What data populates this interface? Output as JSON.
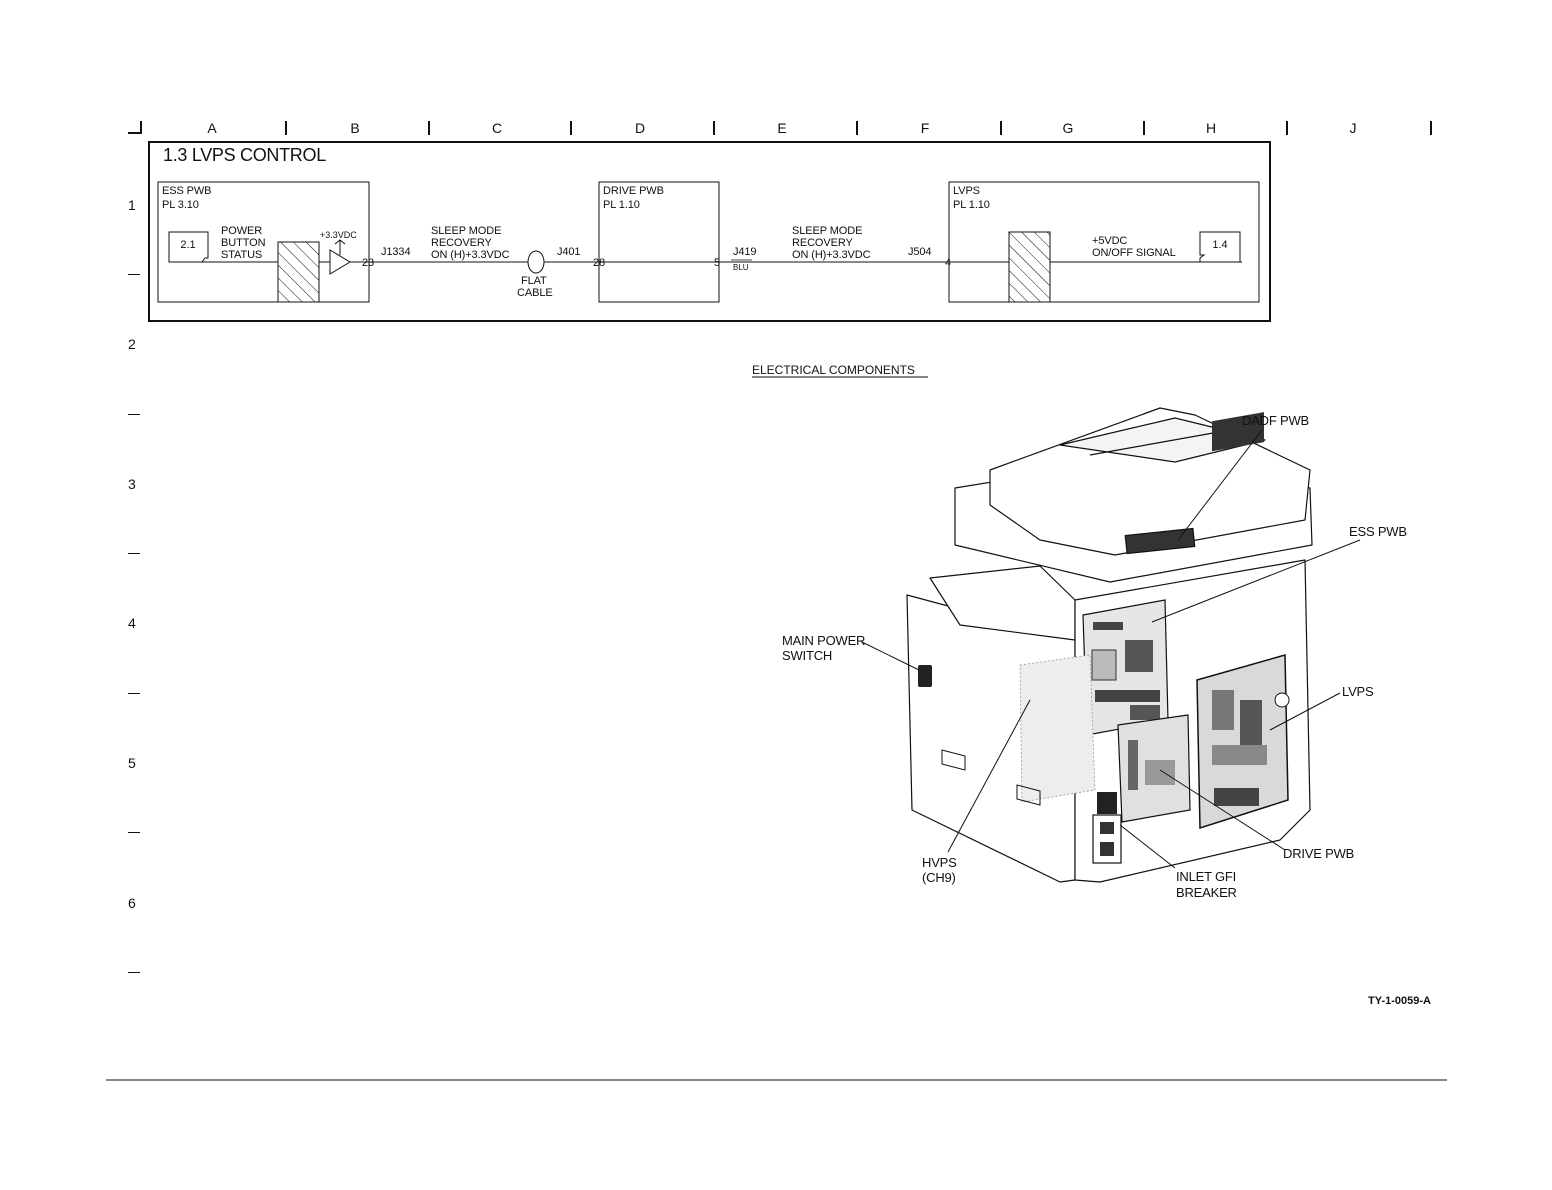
{
  "grid": {
    "columns": [
      "A",
      "B",
      "C",
      "D",
      "E",
      "F",
      "G",
      "H",
      "J"
    ],
    "rows": [
      "1",
      "2",
      "3",
      "4",
      "5",
      "6"
    ]
  },
  "schematic": {
    "title": "1.3 LVPS CONTROL",
    "ess_pwb": {
      "name": "ESS PWB",
      "pl": "PL 3.10"
    },
    "drive_pwb": {
      "name": "DRIVE PWB",
      "pl": "PL 1.10"
    },
    "lvps": {
      "name": "LVPS",
      "pl": "PL 1.10"
    },
    "ref_in": "2.1",
    "ref_out": "1.4",
    "power_button_status": [
      "POWER",
      "BUTTON",
      "STATUS"
    ],
    "supply_voltage": "+3.3VDC",
    "pin_ess": "23",
    "conn_j1334": "J1334",
    "sleep_mode_1": [
      "SLEEP MODE",
      "RECOVERY",
      "ON (H)+3.3VDC"
    ],
    "conn_j401": "J401",
    "flat_cable": [
      "FLAT",
      "CABLE"
    ],
    "pin_drive_in": "28",
    "pin_drive_out": "5",
    "conn_j419": "J419",
    "wire_color": "BLU",
    "sleep_mode_2": [
      "SLEEP MODE",
      "RECOVERY",
      "ON (H)+3.3VDC"
    ],
    "conn_j504": "J504",
    "pin_lvps": "4",
    "onoff_signal": [
      "+5VDC",
      "ON/OFF SIGNAL"
    ]
  },
  "components": {
    "heading": "ELECTRICAL COMPONENTS",
    "labels": {
      "dadf_pwb": "DADF  PWB",
      "ess_pwb": "ESS PWB",
      "main_power_switch": [
        "MAIN POWER",
        "SWITCH"
      ],
      "lvps": "LVPS",
      "hvps": [
        "HVPS",
        "(CH9)"
      ],
      "inlet_gfi_breaker": [
        "INLET GFI",
        "BREAKER"
      ],
      "drive_pwb": "DRIVE PWB"
    }
  },
  "figure_id": "TY-1-0059-A"
}
